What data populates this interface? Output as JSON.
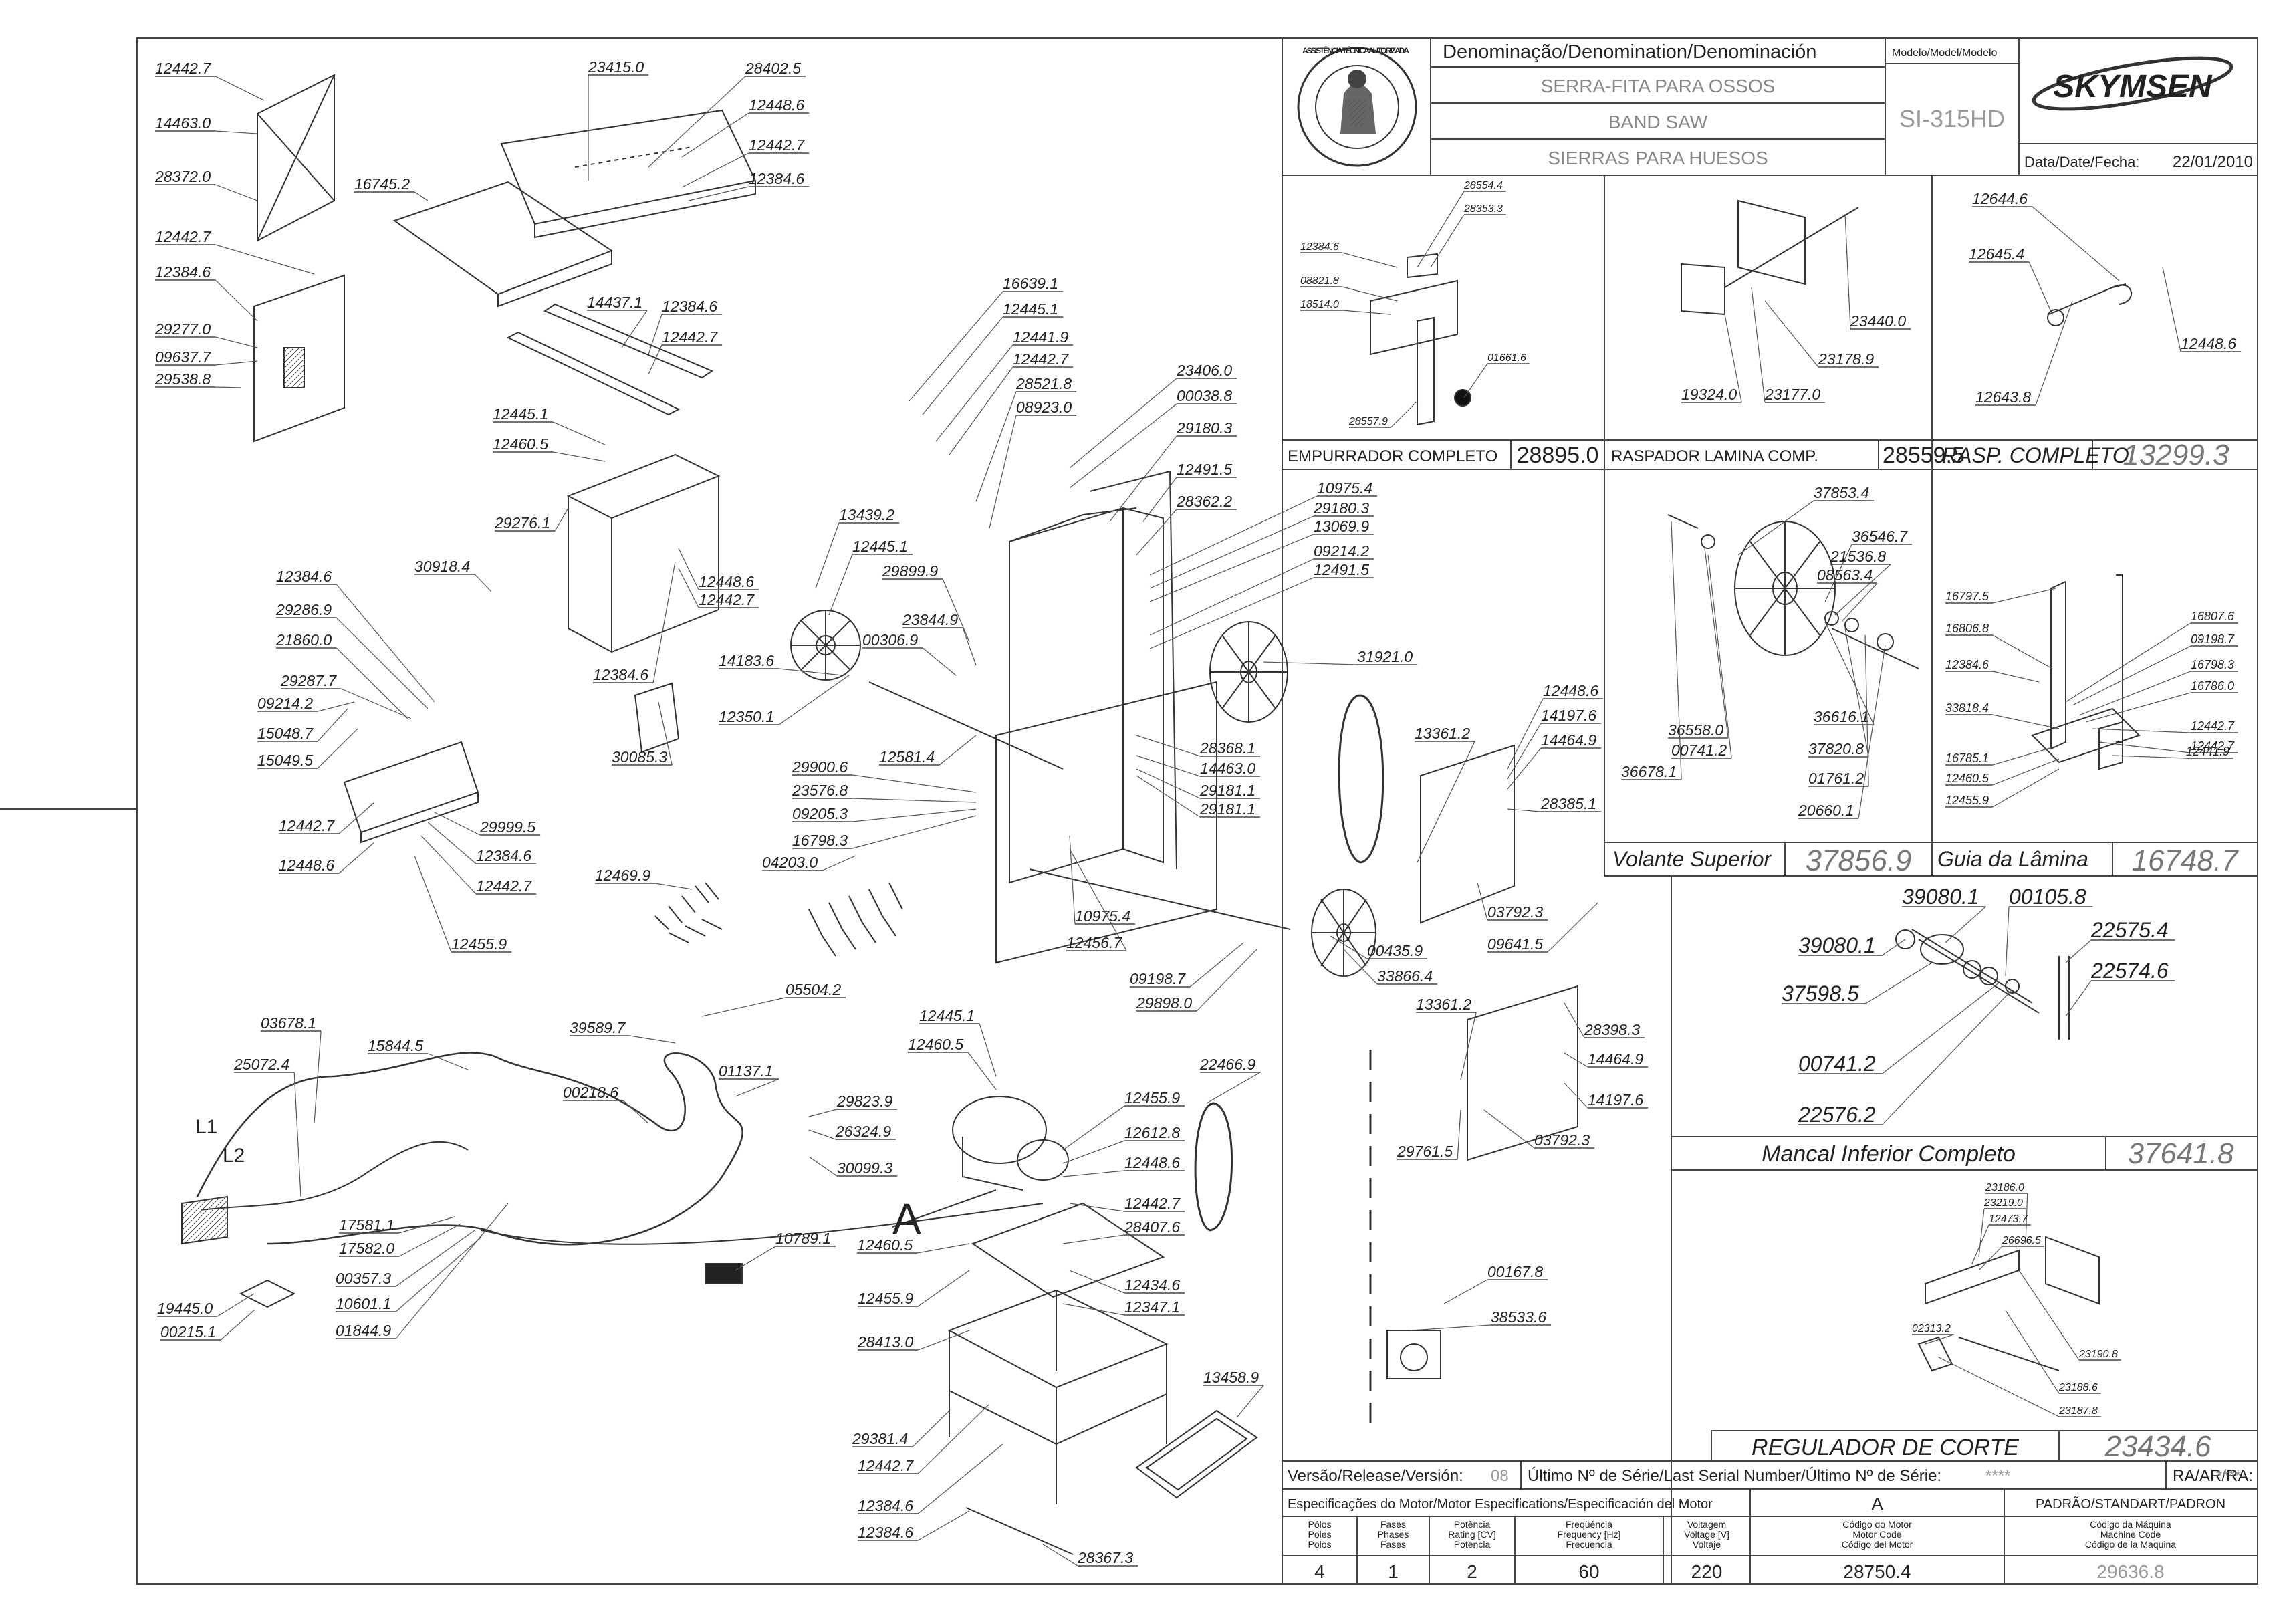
{
  "title_block": {
    "denomination_label": "Denominação/Denomination/Denominación",
    "names": [
      "SERRA-FITA PARA OSSOS",
      "BAND SAW",
      "SIERRAS PARA HUESOS"
    ],
    "model_label": "Modelo/Model/Modelo",
    "model": "SI-315HD",
    "brand": "SKYMSEN",
    "seal_text": "ASSISTÊNCIA TÉCNICA AUTORIZADA",
    "date_label": "Data/Date/Fecha:",
    "date": "22/01/2010"
  },
  "subassemblies": [
    {
      "name": "EMPURRADOR COMPLETO",
      "code": "28895.0"
    },
    {
      "name": "RASPADOR LAMINA COMP.",
      "code": "28559.5"
    },
    {
      "name": "RASP. COMPLETO",
      "code": "13299.3"
    },
    {
      "name": "Volante Superior",
      "code": "37856.9"
    },
    {
      "name": "Guia da Lâmina",
      "code": "16748.7"
    },
    {
      "name": "Mancal Inferior Completo",
      "code": "37641.8"
    },
    {
      "name": "REGULADOR DE CORTE",
      "code": "23434.6"
    }
  ],
  "bottom_block": {
    "version_label": "Versão/Release/Versión:",
    "version": "08",
    "serial_label": "Último Nº de Série/Last Serial Number/Último Nº de Série:",
    "serial": "****",
    "ra_label": "RA/AR/RA:",
    "ra": "****",
    "motor_spec_label": "Especificações do Motor/Motor Especifications/Especificación del Motor",
    "motor_variant": "A",
    "standard_label": "PADRÃO/STANDART/PADRON",
    "columns": [
      {
        "header": [
          "Pólos",
          "Poles",
          "Polos"
        ],
        "value": "4"
      },
      {
        "header": [
          "Fases",
          "Phases",
          "Fases"
        ],
        "value": "1"
      },
      {
        "header": [
          "Potência",
          "Rating [CV]",
          "Potencia"
        ],
        "value": "2"
      },
      {
        "header": [
          "Freqüência",
          "Frequency [Hz]",
          "Frecuencia"
        ],
        "value": "60"
      },
      {
        "header": [
          "Voltagem",
          "Voltage [V]",
          "Voltaje"
        ],
        "value": "220"
      },
      {
        "header": [
          "Código do Motor",
          "Motor Code",
          "Código del Motor"
        ],
        "value": "28750.4"
      },
      {
        "header": [
          "Código da Máquina",
          "Machine Code",
          "Código de la Maquina"
        ],
        "value": "29636.8"
      }
    ]
  },
  "annotations": {
    "motor_letter": "A",
    "L1": "L1",
    "L2": "L2"
  },
  "callouts": [
    "12442.7",
    "14463.0",
    "28372.0",
    "23415.0",
    "28402.5",
    "12448.6",
    "12442.7",
    "12384.6",
    "16745.2",
    "12442.7",
    "12384.6",
    "29277.0",
    "09637.7",
    "29538.8",
    "14437.1",
    "12384.6",
    "12442.7",
    "12445.1",
    "12460.5",
    "29276.1",
    "30918.4",
    "12448.6",
    "12442.7",
    "12384.6",
    "30085.3",
    "12384.6",
    "29286.9",
    "21860.0",
    "29287.7",
    "09214.2",
    "15048.7",
    "15049.5",
    "12442.7",
    "12448.6",
    "29999.5",
    "12384.6",
    "12442.7",
    "12455.9",
    "12469.9",
    "16639.1",
    "12445.1",
    "12441.9",
    "12442.7",
    "28521.8",
    "08923.0",
    "23406.0",
    "00038.8",
    "29180.3",
    "12491.5",
    "28362.2",
    "10975.4",
    "29180.3",
    "13069.9",
    "09214.2",
    "12491.5",
    "13439.2",
    "12445.1",
    "29899.9",
    "23844.9",
    "00306.9",
    "14183.6",
    "12350.1",
    "12581.4",
    "29900.6",
    "23576.8",
    "09205.3",
    "16798.3",
    "04203.0",
    "31921.0",
    "28368.1",
    "14463.0",
    "29181.1",
    "29181.1",
    "13361.2",
    "12448.6",
    "14197.6",
    "14464.9",
    "28385.1",
    "10975.4",
    "12456.7",
    "09198.7",
    "29898.0",
    "00435.9",
    "33866.4",
    "03792.3",
    "09641.5",
    "13361.2",
    "28398.3",
    "14464.9",
    "14197.6",
    "29761.5",
    "03792.3",
    "03678.1",
    "25072.4",
    "15844.5",
    "39589.7",
    "05504.2",
    "00218.6",
    "01137.1",
    "29823.9",
    "26324.9",
    "30099.3",
    "10789.1",
    "17581.1",
    "17582.0",
    "00357.3",
    "10601.1",
    "01844.9",
    "19445.0",
    "00215.1",
    "12445.1",
    "12460.5",
    "12455.9",
    "12612.8",
    "12448.6",
    "12442.7",
    "28407.6",
    "12460.5",
    "12434.6",
    "12455.9",
    "12347.1",
    "28413.0",
    "22466.9",
    "13458.9",
    "29381.4",
    "12442.7",
    "12384.6",
    "12384.6",
    "28367.3",
    "00167.8",
    "38533.6",
    "28554.4",
    "28353.3",
    "12384.6",
    "08821.8",
    "18514.0",
    "01661.6",
    "28557.9",
    "23440.0",
    "23178.9",
    "19324.0",
    "23177.0",
    "12644.6",
    "12645.4",
    "12448.6",
    "12643.8",
    "37853.4",
    "36546.7",
    "21536.8",
    "08563.4",
    "36558.0",
    "00741.2",
    "36678.1",
    "36616.1",
    "37820.8",
    "01761.2",
    "20660.1",
    "16797.5",
    "16807.6",
    "16806.8",
    "09198.7",
    "16798.3",
    "12384.6",
    "16786.0",
    "33818.4",
    "12442.7",
    "12442.7",
    "16785.1",
    "12441.9",
    "12460.5",
    "12455.9",
    "39080.1",
    "00105.8",
    "39080.1",
    "22575.4",
    "22574.6",
    "37598.5",
    "00741.2",
    "22576.2",
    "23186.0",
    "23219.0",
    "12473.7",
    "26696.5",
    "02313.2",
    "23190.8",
    "23188.6",
    "23187.8"
  ]
}
